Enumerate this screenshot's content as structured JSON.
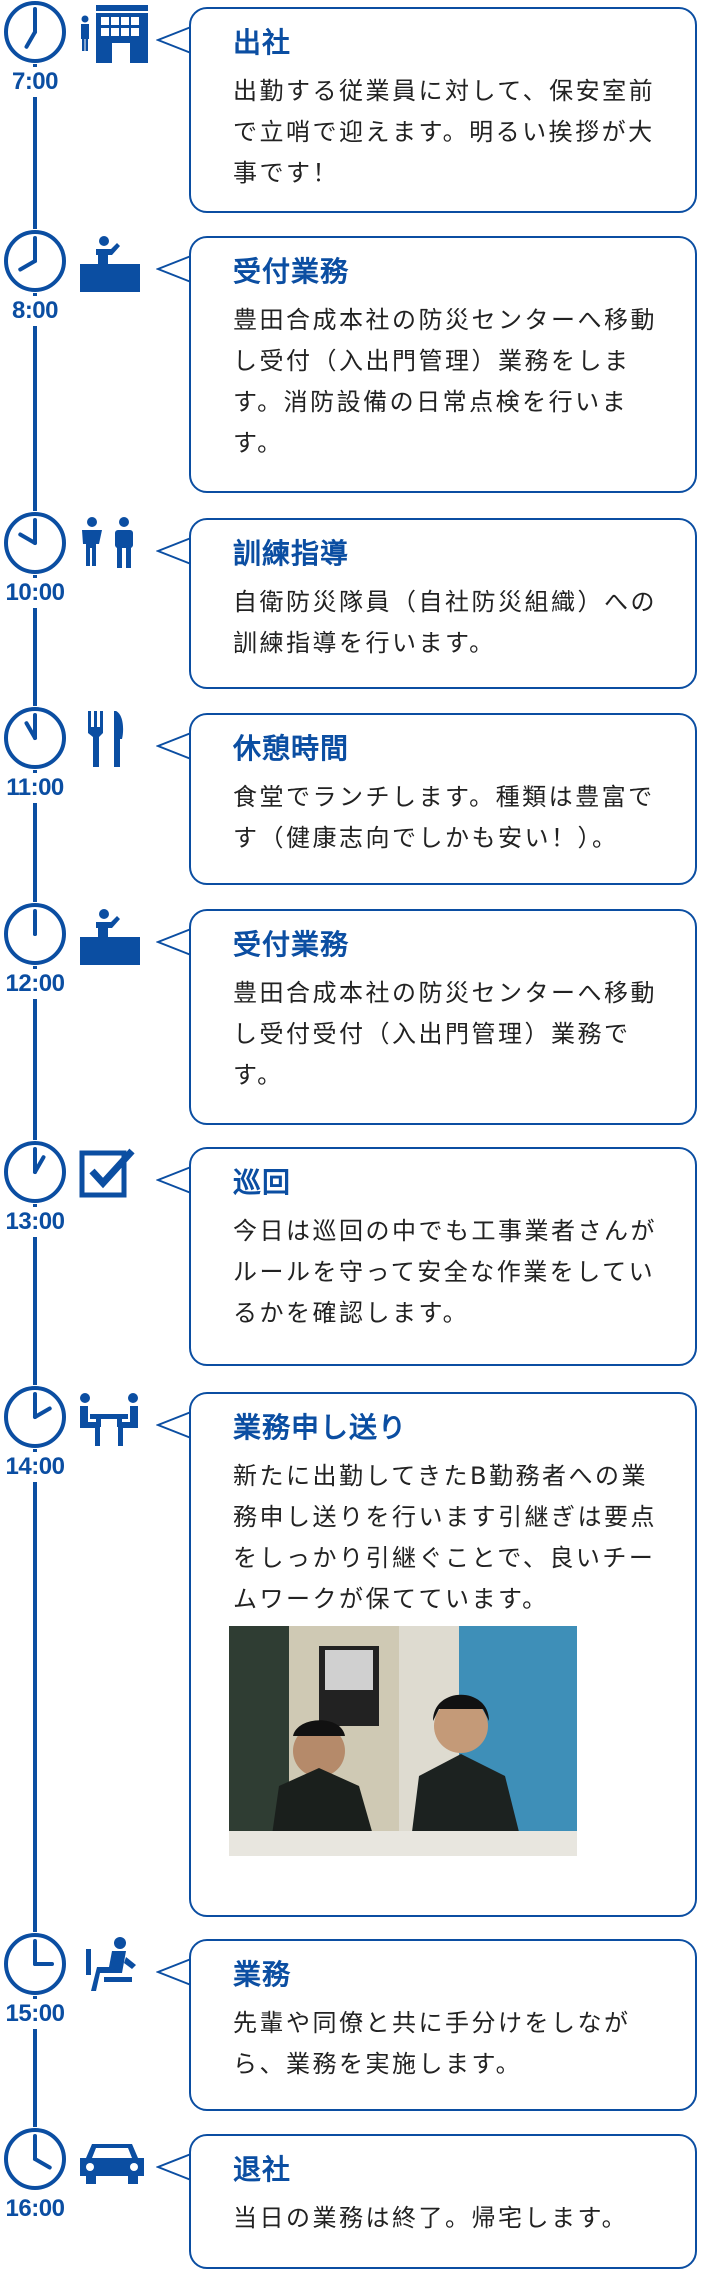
{
  "brand_color": "#0b4ea2",
  "entries": [
    {
      "time": "7:00",
      "hour": 7,
      "icon": "building-person-icon",
      "title": "出社",
      "body": "出勤する従業員に対して、保安室前で立哨で迎えます。明るい挨拶が大事です！"
    },
    {
      "time": "8:00",
      "hour": 8,
      "icon": "reception-desk-icon",
      "title": "受付業務",
      "body": "豊田合成本社の防災センターへ移動し受付（入出門管理）業務をします。消防設備の日常点検を行います。"
    },
    {
      "time": "10:00",
      "hour": 10,
      "icon": "two-people-icon",
      "title": "訓練指導",
      "body": "自衛防災隊員（自社防災組織）への訓練指導を行います。"
    },
    {
      "time": "11:00",
      "hour": 11,
      "icon": "fork-knife-icon",
      "title": "休憩時間",
      "body": "食堂でランチします。種類は豊富です（健康志向でしかも安い！）。"
    },
    {
      "time": "12:00",
      "hour": 12,
      "icon": "reception-desk-icon",
      "title": "受付業務",
      "body": "豊田合成本社の防災センターへ移動し受付受付（入出門管理）業務です。"
    },
    {
      "time": "13:00",
      "hour": 13,
      "icon": "checkbox-icon",
      "title": "巡回",
      "body": "今日は巡回の中でも工事業者さんがルールを守って安全な作業をしているかを確認します。"
    },
    {
      "time": "14:00",
      "hour": 14,
      "icon": "meeting-icon",
      "title": "業務申し送り",
      "body": "新たに出勤してきたB勤務者への業務申し送りを行います引継ぎは要点をしっかり引継ぐことで、良いチームワークが保てています。"
    },
    {
      "time": "15:00",
      "hour": 15,
      "icon": "desk-worker-icon",
      "title": "業務",
      "body": "先輩や同僚と共に手分けをしながら、業務を実施します。"
    },
    {
      "time": "16:00",
      "hour": 16,
      "icon": "car-icon",
      "title": "退社",
      "body": "当日の業務は終了。帰宅します。"
    }
  ]
}
